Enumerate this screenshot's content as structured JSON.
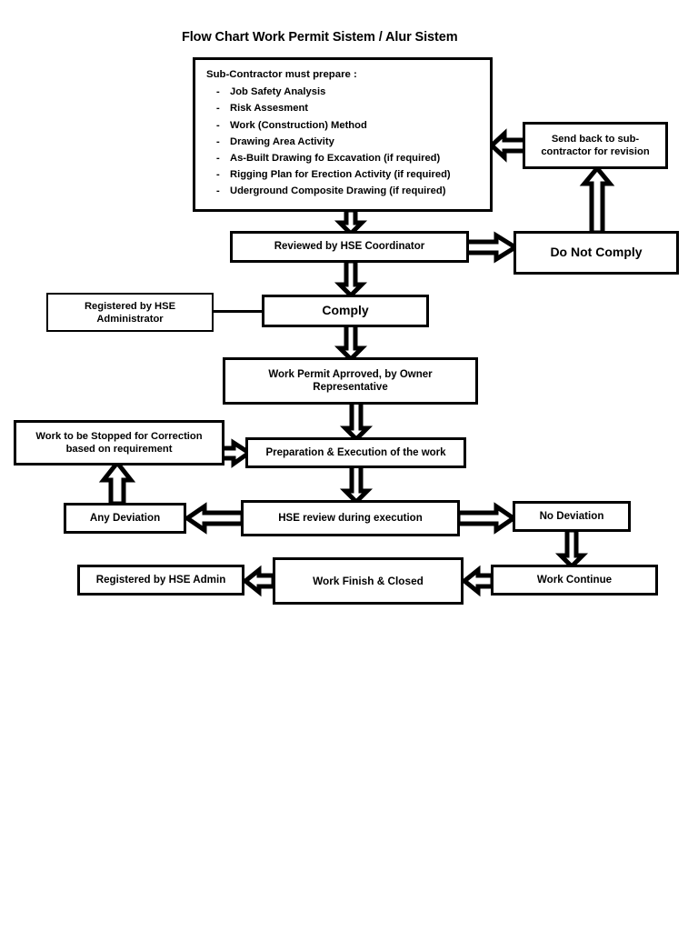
{
  "title": "Flow Chart Work Permit Sistem / Alur Sistem",
  "nodes": {
    "subcontractor": {
      "heading": "Sub-Contractor must prepare :",
      "bullet": "-",
      "items": [
        "Job Safety Analysis",
        "Risk Assesment",
        "Work (Construction) Method",
        "Drawing Area Activity",
        "As-Built Drawing fo Excavation (if required)",
        "Rigging Plan for Erection Activity (if required)",
        "Uderground Composite Drawing (if required)"
      ]
    },
    "send_back": "Send back to sub-contractor for revision",
    "reviewed": "Reviewed by HSE Coordinator",
    "do_not_comply": "Do Not Comply",
    "registered_administrator": "Registered by HSE Administrator",
    "comply": "Comply",
    "work_permit_approved": "Work Permit Aprroved, by Owner Representative",
    "work_stopped": "Work to be Stopped for Correction based on requirement",
    "preparation": "Preparation & Execution of the work",
    "any_deviation": "Any Deviation",
    "hse_review": "HSE review during execution",
    "no_deviation": "No Deviation",
    "registered_hse_admin": "Registered by HSE Admin",
    "work_finish": "Work Finish & Closed",
    "work_continue": "Work Continue"
  },
  "colors": {
    "stroke": "#000000",
    "fill": "#ffffff",
    "text": "#000000"
  }
}
